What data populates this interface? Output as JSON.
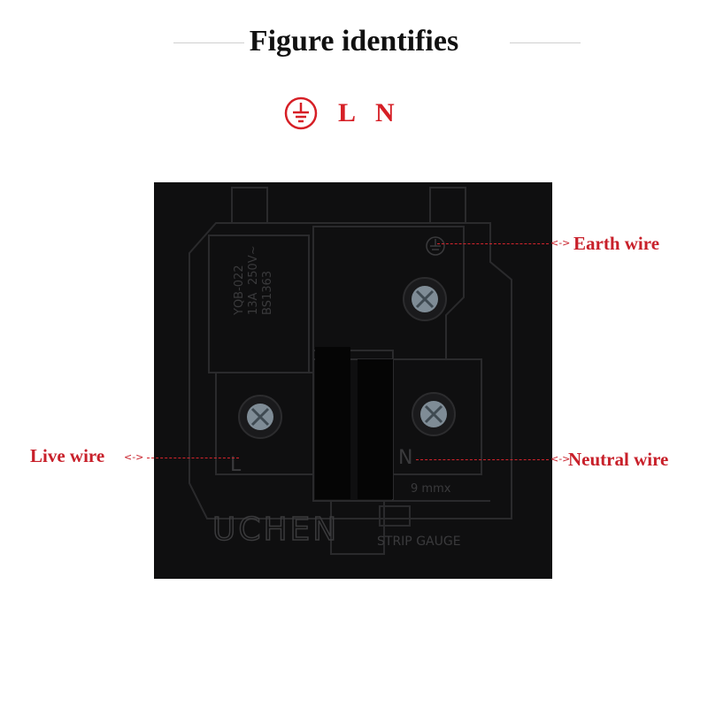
{
  "header": {
    "title": "Figure identifies"
  },
  "legend": {
    "earth_symbol": "earth-ground-icon",
    "live": "L",
    "neutral": "N",
    "accent_color": "#d61f26"
  },
  "socket": {
    "rating_model": "YQB-022",
    "rating_current": "13A",
    "rating_voltage": "250V~",
    "rating_standard": "BS1363",
    "terminal_live": "L",
    "terminal_neutral": "N",
    "strip_note": "9 mmx",
    "brand": "UCHEN",
    "strip_gauge": "STRIP GAUGE"
  },
  "callouts": {
    "earth": "Earth wire",
    "live": "Live wire",
    "neutral": "Neutral wire"
  }
}
